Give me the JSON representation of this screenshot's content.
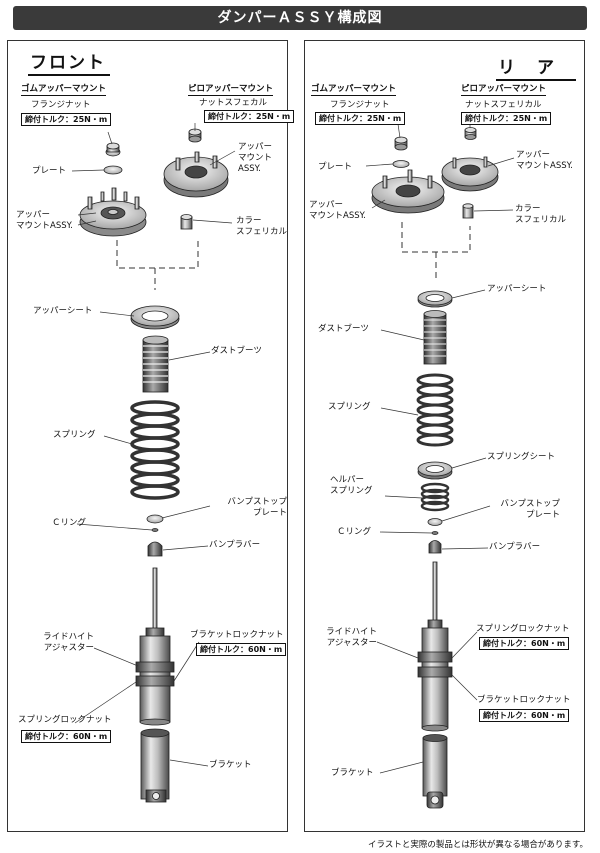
{
  "title": "ダンパーＡＳＳＹ構成図",
  "footnote": "イラストと実際の製品とは形状が異なる場合があります。",
  "front": {
    "heading": "フロント",
    "rubber_mount_header": "ゴムアッパーマウント",
    "pillow_mount_header": "ピロアッパーマウント",
    "flange_nut": "フランジナット",
    "flange_nut_torque": "締付トルク：25N・m",
    "nut_spherical": "ナットスフェカル",
    "nut_spherical_torque": "締付トルク：25N・m",
    "plate": "プレート",
    "upper_mount_assy_rubber": "アッパー\nマウントASSY.",
    "upper_mount_assy_pillow": "アッパー\nマウントASSY.",
    "collar_spherical": "カラー\nスフェリカル",
    "upper_seat": "アッパーシート",
    "dust_boot": "ダストブーツ",
    "spring": "スプリング",
    "bump_stop_plate": "バンプストップ\nプレート",
    "c_ring": "Ｃリング",
    "bump_rubber": "バンプラバー",
    "ride_height_adjuster": "ライドハイト\nアジャスター",
    "bracket_lock_nut": "ブラケットロックナット",
    "bracket_lock_nut_torque": "締付トルク：60N・m",
    "spring_lock_nut": "スプリングロックナット",
    "spring_lock_nut_torque": "締付トルク：60N・m",
    "bracket": "ブラケット"
  },
  "rear": {
    "heading": "リア",
    "rubber_mount_header": "ゴムアッパーマウント",
    "pillow_mount_header": "ピロアッパーマウント",
    "flange_nut": "フランジナット",
    "flange_nut_torque": "締付トルク：25N・m",
    "nut_spherical": "ナットスフェリカル",
    "nut_spherical_torque": "締付トルク：25N・m",
    "plate": "プレート",
    "upper_mount_assy_rubber": "アッパー\nマウントASSY.",
    "upper_mount_assy_pillow": "アッパー\nマウントASSY.",
    "collar_spherical": "カラー\nスフェリカル",
    "upper_sheet": "アッパーシート",
    "dust_boot": "ダストブーツ",
    "spring": "スプリング",
    "spring_seat": "スプリングシート",
    "helper_spring": "ヘルパー\nスプリング",
    "bump_stop_plate": "バンプストップ\nプレート",
    "c_ring": "Ｃリング",
    "bump_rubber": "バンプラバー",
    "ride_height_adjuster": "ライドハイト\nアジャスター",
    "spring_lock_nut": "スプリングロックナット",
    "spring_lock_nut_torque": "締付トルク：60N・m",
    "bracket_lock_nut": "ブラケットロックナット",
    "bracket_lock_nut_torque": "締付トルク：60N・m",
    "bracket": "ブラケット"
  }
}
